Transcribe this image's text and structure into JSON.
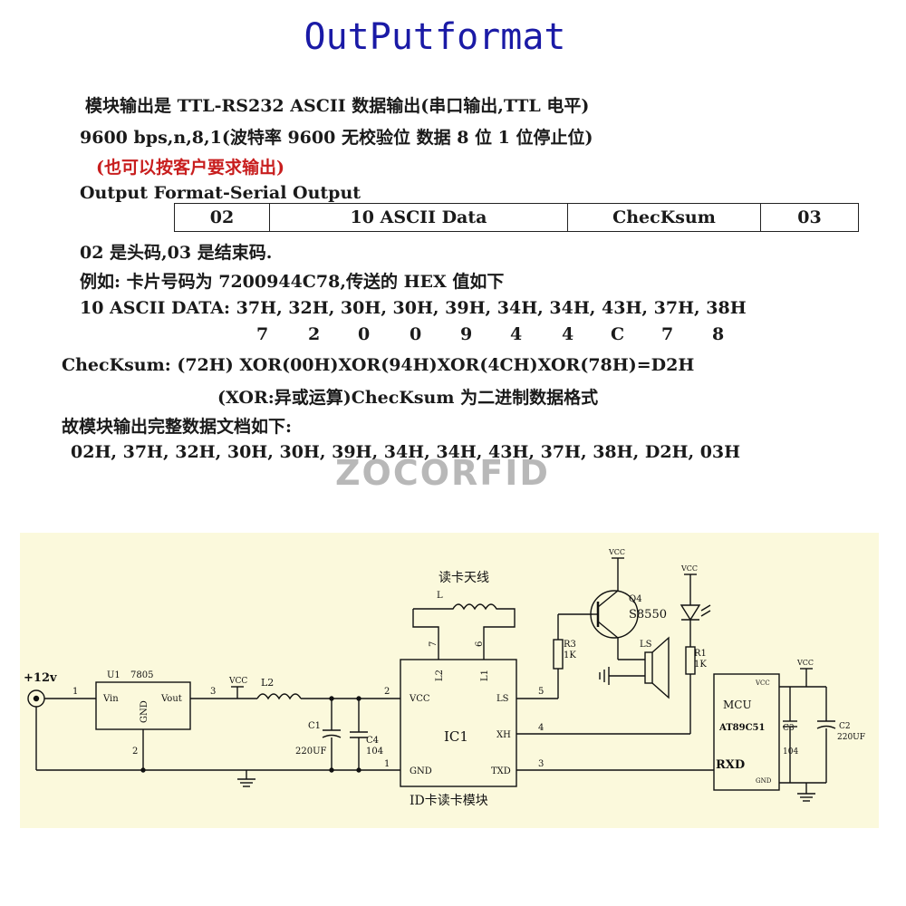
{
  "title": "OutPutformat",
  "doc": {
    "line1": "模块输出是 TTL-RS232   ASCII 数据输出(串口输出,TTL 电平)",
    "line2": "9600 bps,n,8,1(波特率 9600  无校验位  数据 8 位   1 位停止位)",
    "line3": "(也可以按客户要求输出)",
    "line4": "Output Format-Serial Output",
    "frame": [
      "02",
      "10 ASCII   Data",
      "ChecKsum",
      "03"
    ],
    "line5": "02 是头码,03 是结束码.",
    "line6": "例如:  卡片号码为 7200944C78,传送的 HEX 值如下",
    "line7": "10 ASCII DATA: 37H, 32H, 30H, 30H, 39H, 34H, 34H, 43H, 37H, 38H",
    "digits": [
      "7",
      "2",
      "0",
      "0",
      "9",
      "4",
      "4",
      "C",
      "7",
      "8"
    ],
    "line8": "ChecKsum:  (72H) XOR(00H)XOR(94H)XOR(4CH)XOR(78H)=D2H",
    "line9": "(XOR:异或运算)ChecKsum 为二进制数据格式",
    "line10": "故模块输出完整数据文档如下:",
    "line11": "02H, 37H, 32H, 30H, 30H, 39H, 34H, 34H, 43H, 37H, 38H, D2H, 03H"
  },
  "watermark": "ZOCORFID",
  "schematic": {
    "power_label": "+12v",
    "u1_ref": "U1",
    "u1_part": "7805",
    "u1_vin": "Vin",
    "u1_vout": "Vout",
    "u1_gnd": "GND",
    "pin_1": "1",
    "pin_2": "2",
    "pin_3": "3",
    "pin_4": "4",
    "pin_5": "5",
    "pin_6": "6",
    "pin_7": "7",
    "vcc": "VCC",
    "l2": "L2",
    "l": "L",
    "antenna": "读卡天线",
    "c1": "C1",
    "c1_value": "220UF",
    "c4": "C4",
    "c4_value": "104",
    "ic1": "IC1",
    "ic1_vcc": "VCC",
    "ic1_gnd": "GND",
    "ic1_l2": "L2",
    "ic1_l1": "L1",
    "ic1_ls": "LS",
    "ic1_xh": "XH",
    "ic1_txd": "TXD",
    "module_label": "ID卡读卡模块",
    "r3": "R3",
    "r3_value": "1K",
    "q4": "Q4",
    "q4_part": "S8550",
    "ls": "LS",
    "r1": "R1",
    "r1_value": "1K",
    "mcu": "MCU",
    "mcu_part": "AT89C51",
    "mcu_vcc": "VCC",
    "mcu_gnd": "GND",
    "rxd": "RXD",
    "c3": "C3",
    "c3_value": "104",
    "c2": "C2",
    "c2_value": "220UF"
  }
}
